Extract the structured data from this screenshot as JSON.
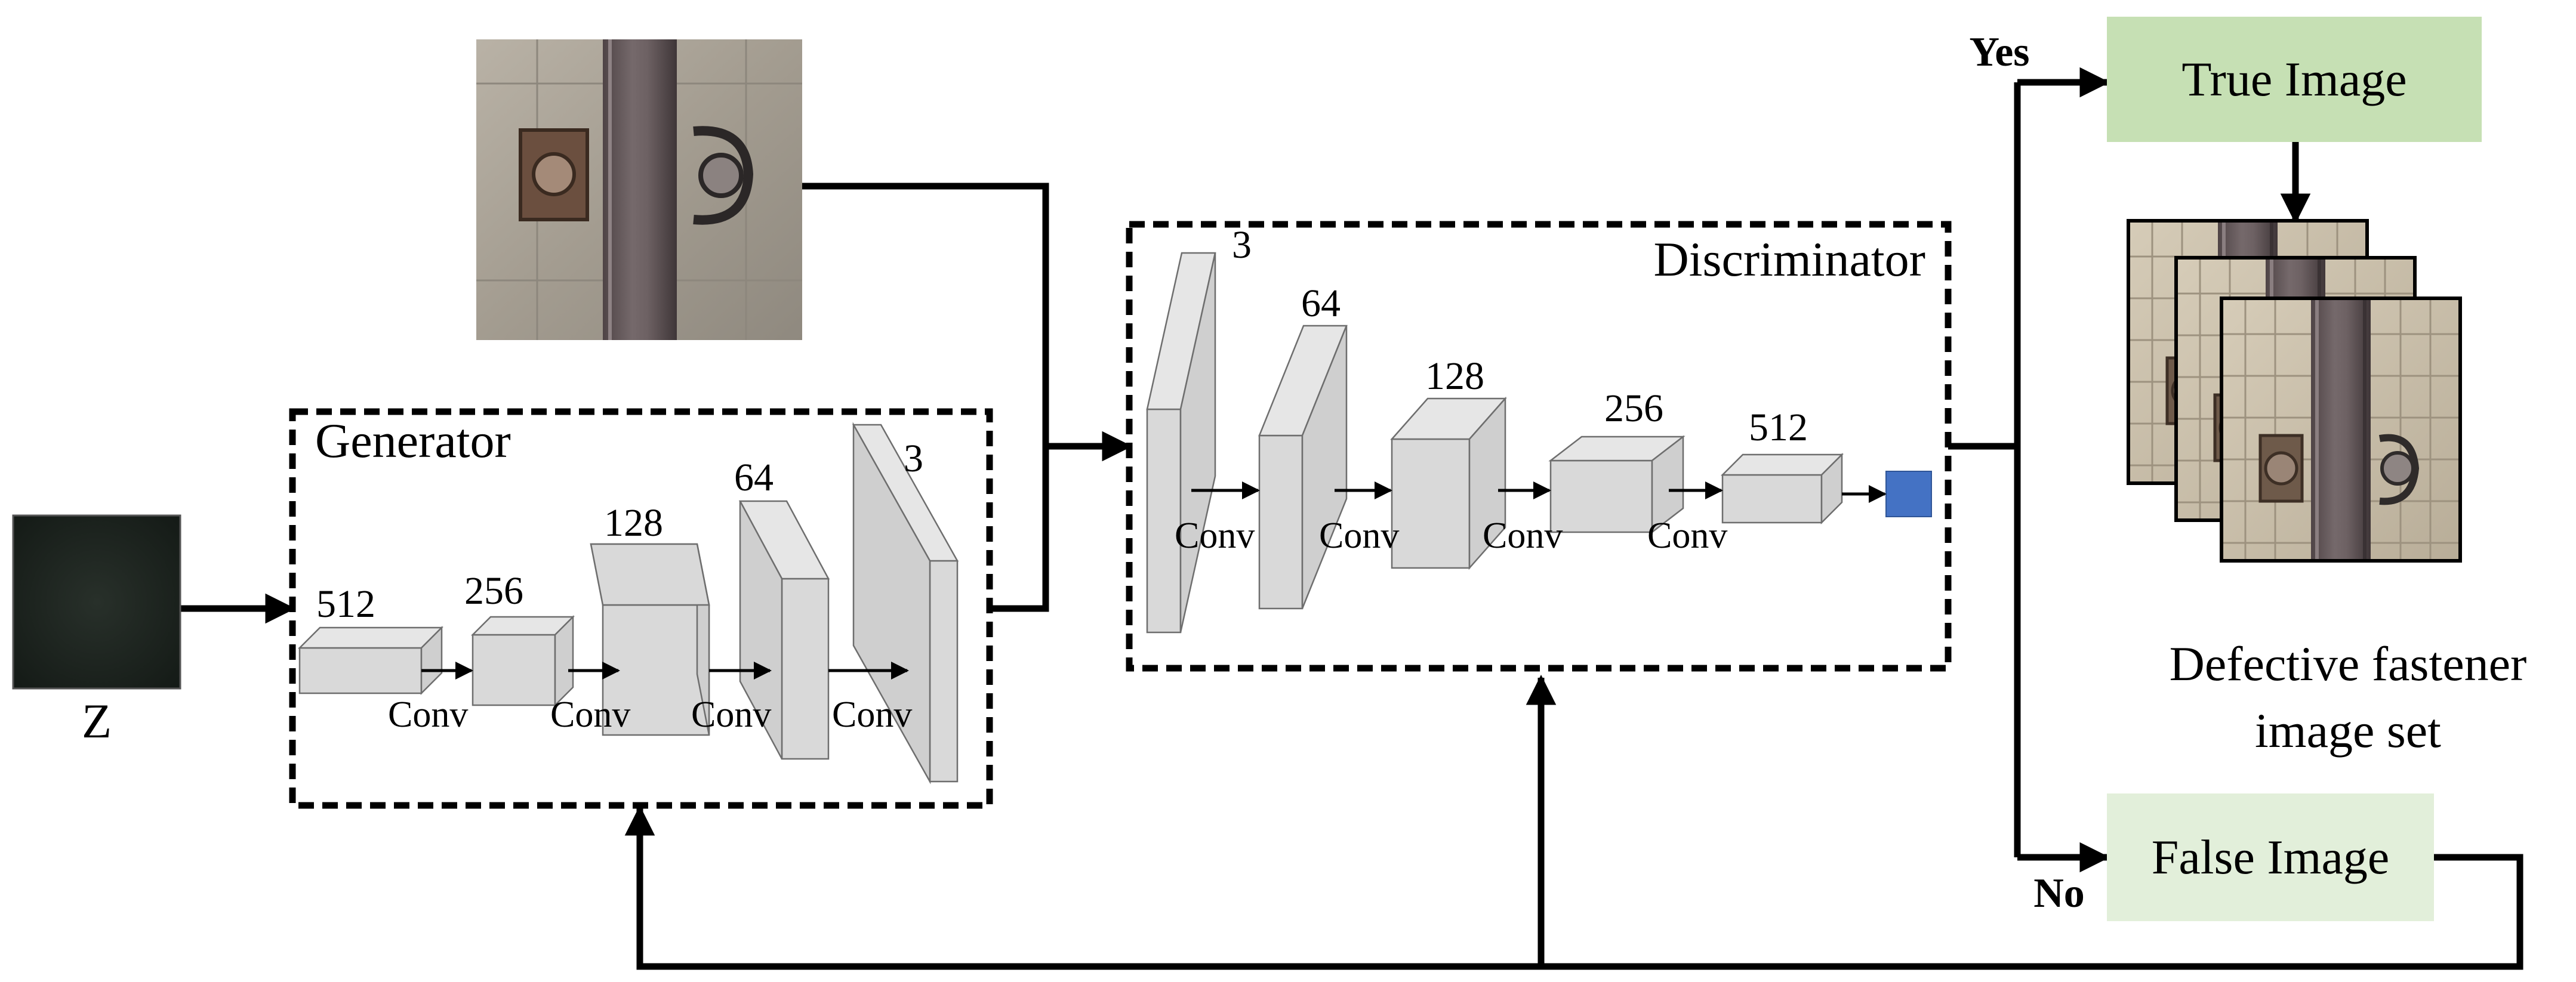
{
  "labels": {
    "z": "Z",
    "generator": "Generator",
    "discriminator": "Discriminator",
    "yes": "Yes",
    "no": "No",
    "true_image": "True Image",
    "false_image": "False Image",
    "defective_line1": "Defective fastener",
    "defective_line2": "image set",
    "conv": "Conv"
  },
  "generator_layers": [
    "512",
    "256",
    "128",
    "64",
    "3"
  ],
  "discriminator_layers": [
    "3",
    "64",
    "128",
    "256",
    "512"
  ],
  "colors": {
    "true_box": "#c6e0b4",
    "false_box": "#e2efda",
    "output_unit": "#4472c4",
    "noise": "#1e2620",
    "block": "#d9d9d9"
  }
}
